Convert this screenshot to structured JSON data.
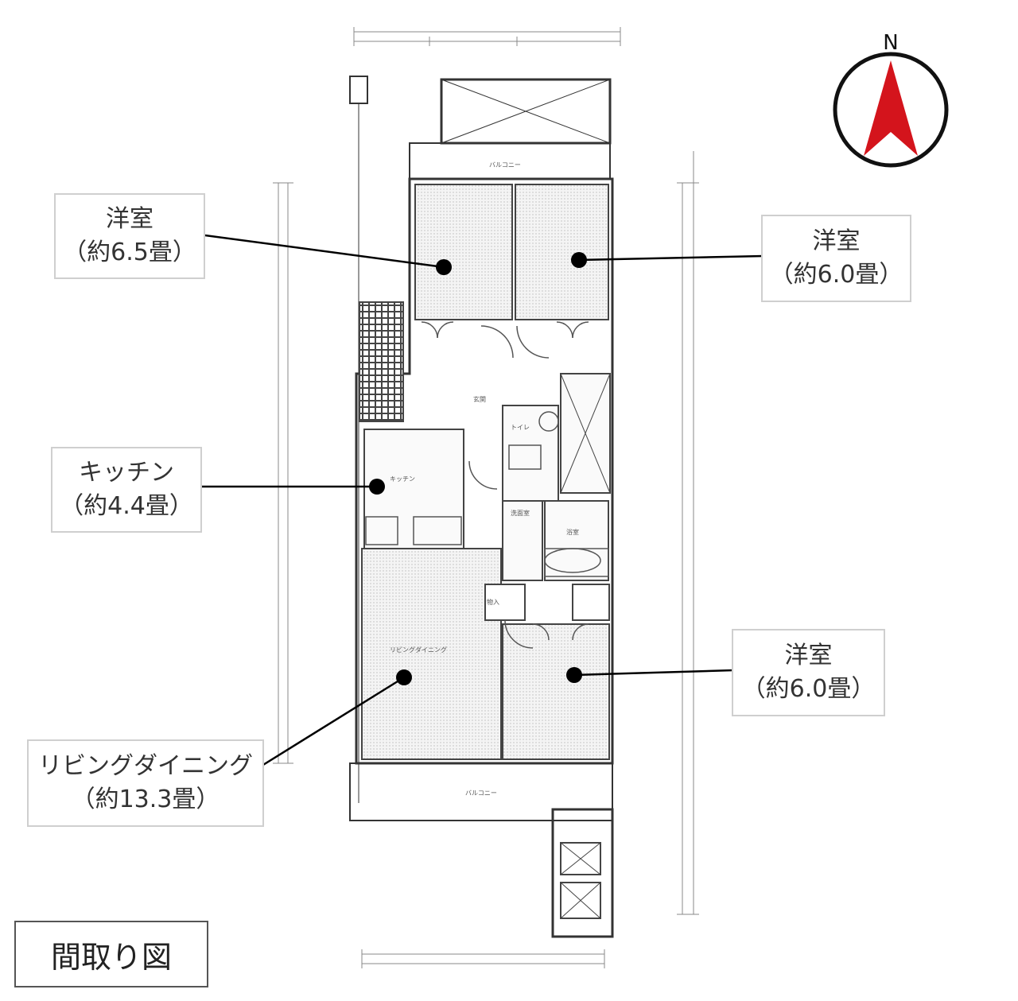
{
  "title": "間取り図",
  "compass": {
    "label": "N",
    "color": "#d4141c"
  },
  "rooms": [
    {
      "name": "洋室",
      "size": "（約6.5畳）"
    },
    {
      "name": "洋室",
      "size": "（約6.0畳）"
    },
    {
      "name": "キッチン",
      "size": "（約4.4畳）"
    },
    {
      "name": "洋室",
      "size": "（約6.0畳）"
    },
    {
      "name": "リビングダイニング",
      "size": "（約13.3畳）"
    }
  ],
  "plan_labels": {
    "balcony_top": "バルコニー",
    "balcony_bottom": "バルコニー",
    "ldk": "リビングダイニング",
    "kitchen": "キッチン",
    "bath": "浴室",
    "wash": "洗面室",
    "entrance": "玄関",
    "storage": "物入",
    "toilet": "トイレ"
  }
}
